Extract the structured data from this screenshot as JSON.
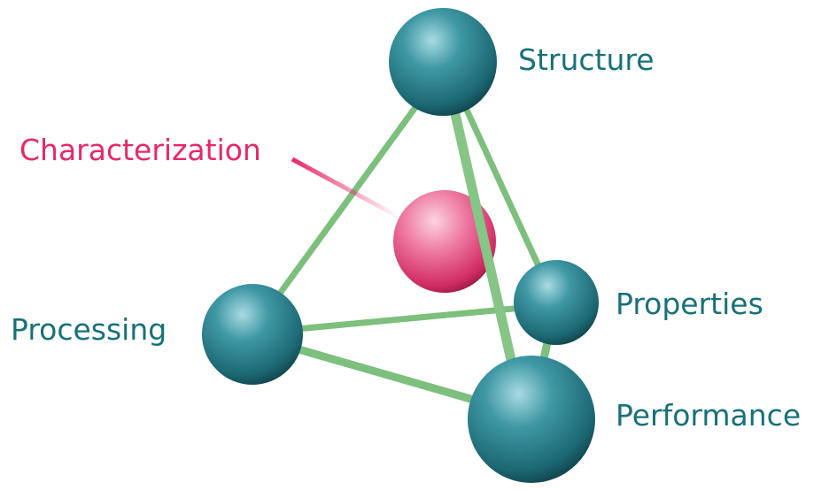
{
  "labels": {
    "structure": "Structure",
    "characterization": "Characterization",
    "processing": "Processing",
    "properties": "Properties",
    "performance": "Performance"
  },
  "colors": {
    "node": "#1f7f8a",
    "characterization": "#e8286a",
    "edge": "#7dbf7d",
    "text": "#17717a"
  }
}
